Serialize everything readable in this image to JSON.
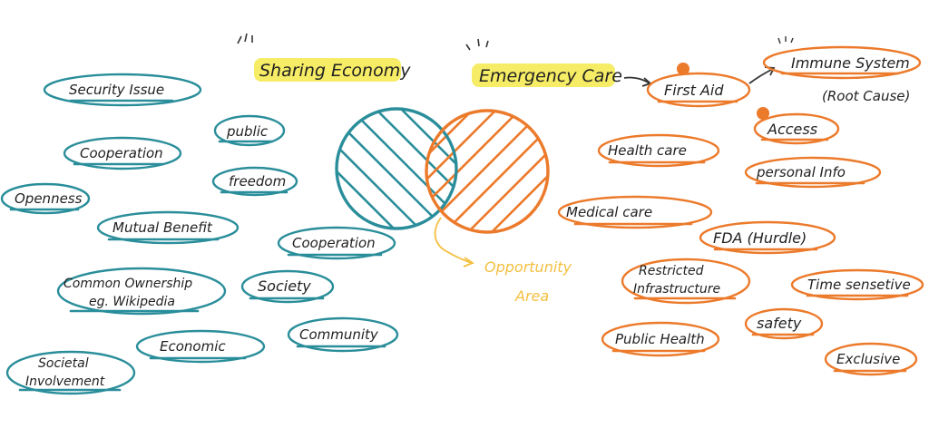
{
  "headings": {
    "sharing": "Sharing Economy",
    "emergency": "Emergency Care"
  },
  "opportunity": {
    "line1": "Opportunity",
    "line2": "Area"
  },
  "colors": {
    "teal": "#2a8e9a",
    "orange": "#ec7a2b",
    "highlight": "#f5e94a",
    "opportunity": "#f3bf3f"
  },
  "sharing_terms": [
    "Security Issue",
    "public",
    "Cooperation",
    "freedom",
    "Openness",
    "Mutual Benefit",
    "Cooperation",
    "Common Ownership",
    "eg. Wikipedia",
    "Society",
    "Community",
    "Economic",
    "Societal",
    "Involvement"
  ],
  "emergency_terms": [
    "First Aid",
    "Immune System",
    "(Root Cause)",
    "Access",
    "Health care",
    "personal Info",
    "Medical care",
    "FDA (Hurdle)",
    "Restricted",
    "Infrastructure",
    "Time sensetive",
    "safety",
    "Public Health",
    "Exclusive"
  ]
}
